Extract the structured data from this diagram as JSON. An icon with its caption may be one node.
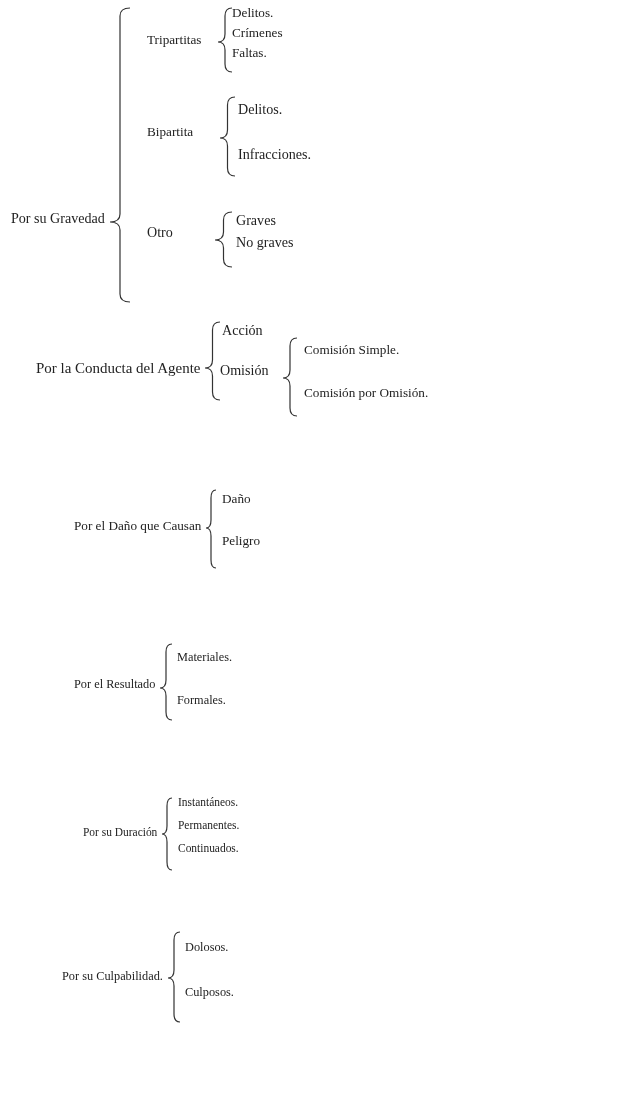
{
  "diagram": {
    "labels": [
      "Por su Gravedad",
      "Tripartitas",
      "Delitos.",
      "Crímenes",
      "Faltas.",
      "Bipartita",
      "Delitos.",
      "Infracciones.",
      "Otro",
      "Graves",
      "No graves",
      "Por la Conducta del Agente",
      "Acción",
      "Omisión",
      "Comisión Simple.",
      "Comisión por Omisión.",
      "Por el Daño que Causan",
      "Daño",
      "Peligro",
      "Por el Resultado",
      "Materiales.",
      "Formales.",
      "Por su Duración",
      "Instantáneos.",
      "Permanentes.",
      "Continuados.",
      "Por su Culpabilidad.",
      "Dolosos.",
      "Culposos."
    ]
  }
}
